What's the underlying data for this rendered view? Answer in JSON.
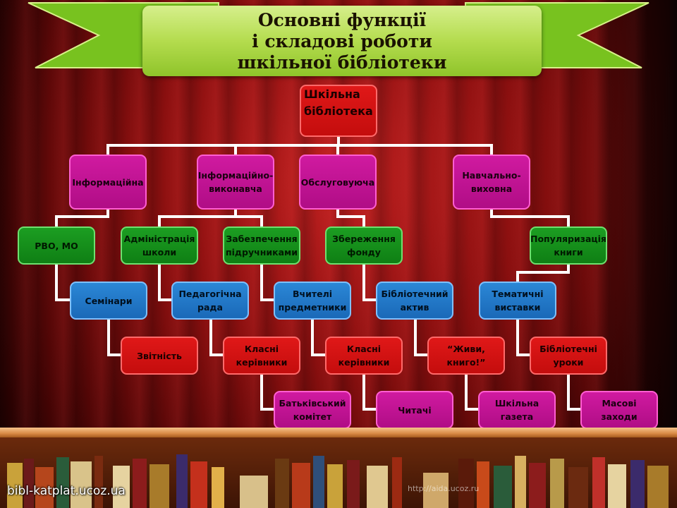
{
  "title": "Основні  функції\nі  складові  роботи\nшкільної  бібліотеки",
  "colors": {
    "banner": "#b4dc4e",
    "root": "#d41414",
    "functions": "#c0149a",
    "level2": "#15901b",
    "level3": "#2277c8",
    "level4": "#d41414",
    "level5": "#c0149a",
    "connector": "#ffffff"
  },
  "diagram": {
    "root": "Шкільна\nбібліотека",
    "functions": [
      "Інформаційна",
      "Інформаційно-\nвиконавча",
      "Обслуговуюча",
      "Навчально-\nвиховна"
    ],
    "chains": [
      [
        "РВО, МО",
        "Семінари",
        "Звітність"
      ],
      [
        "Адміністрація\nшколи",
        "Педагогічна\nрада",
        "Класні\nкерівники",
        "Батьківський\nкомітет"
      ],
      [
        "Забезпечення\nпідручниками",
        "Вчителі\nпредметники",
        "Класні\nкерівники",
        "Читачі"
      ],
      [
        "Збереження\nфонду",
        "Бібліотечний\nактив",
        "“Живи, книго!”",
        "Шкільна\nгазета"
      ],
      [
        "Популяризація\nкниги",
        "Тематичні\nвиставки",
        "Бібліотечні\nуроки",
        "Масові\nзаходи"
      ]
    ]
  },
  "footer": {
    "site": "bibl-katplat.ucoz.ua",
    "watermark": "http://aida.ucoz.ru"
  }
}
